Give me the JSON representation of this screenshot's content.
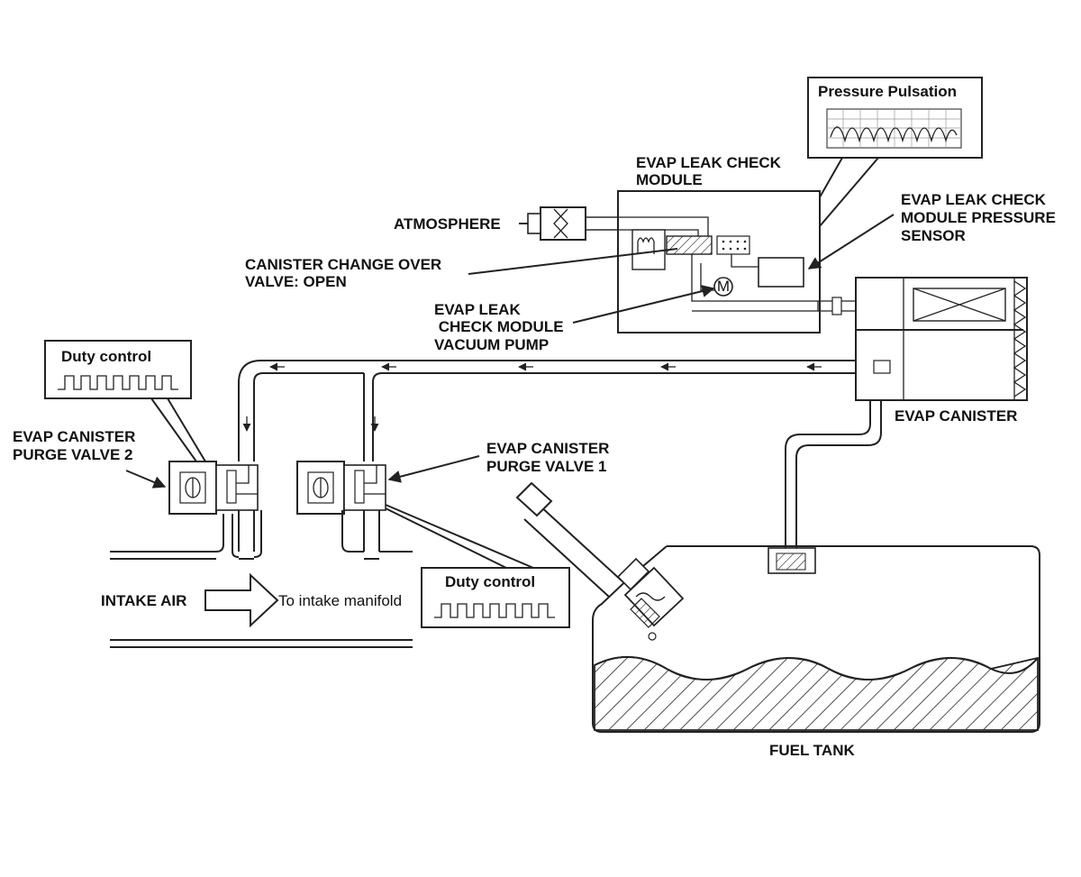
{
  "labels": {
    "pressure_pulsation": "Pressure Pulsation",
    "evap_leak_check_module": [
      "EVAP LEAK CHECK",
      "MODULE"
    ],
    "atmosphere": "ATMOSPHERE",
    "pressure_sensor": [
      "EVAP LEAK CHECK",
      "MODULE PRESSURE",
      "SENSOR"
    ],
    "changeover_valve": [
      "CANISTER CHANGE OVER",
      "VALVE: OPEN"
    ],
    "vacuum_pump": [
      "EVAP LEAK",
      " CHECK MODULE",
      "VACUUM PUMP"
    ],
    "duty_control_left": "Duty control",
    "duty_control_right": "Duty control",
    "purge_valve_2": [
      "EVAP CANISTER",
      "PURGE VALVE 2"
    ],
    "purge_valve_1": [
      "EVAP CANISTER",
      "PURGE VALVE 1"
    ],
    "evap_canister": "EVAP CANISTER",
    "intake_air": "INTAKE AIR",
    "to_intake_manifold": "To intake manifold",
    "fuel_tank": "FUEL TANK",
    "pump_motor_symbol": "M"
  },
  "colors": {
    "line": "#222222",
    "background": "#ffffff",
    "text": "#111111"
  }
}
